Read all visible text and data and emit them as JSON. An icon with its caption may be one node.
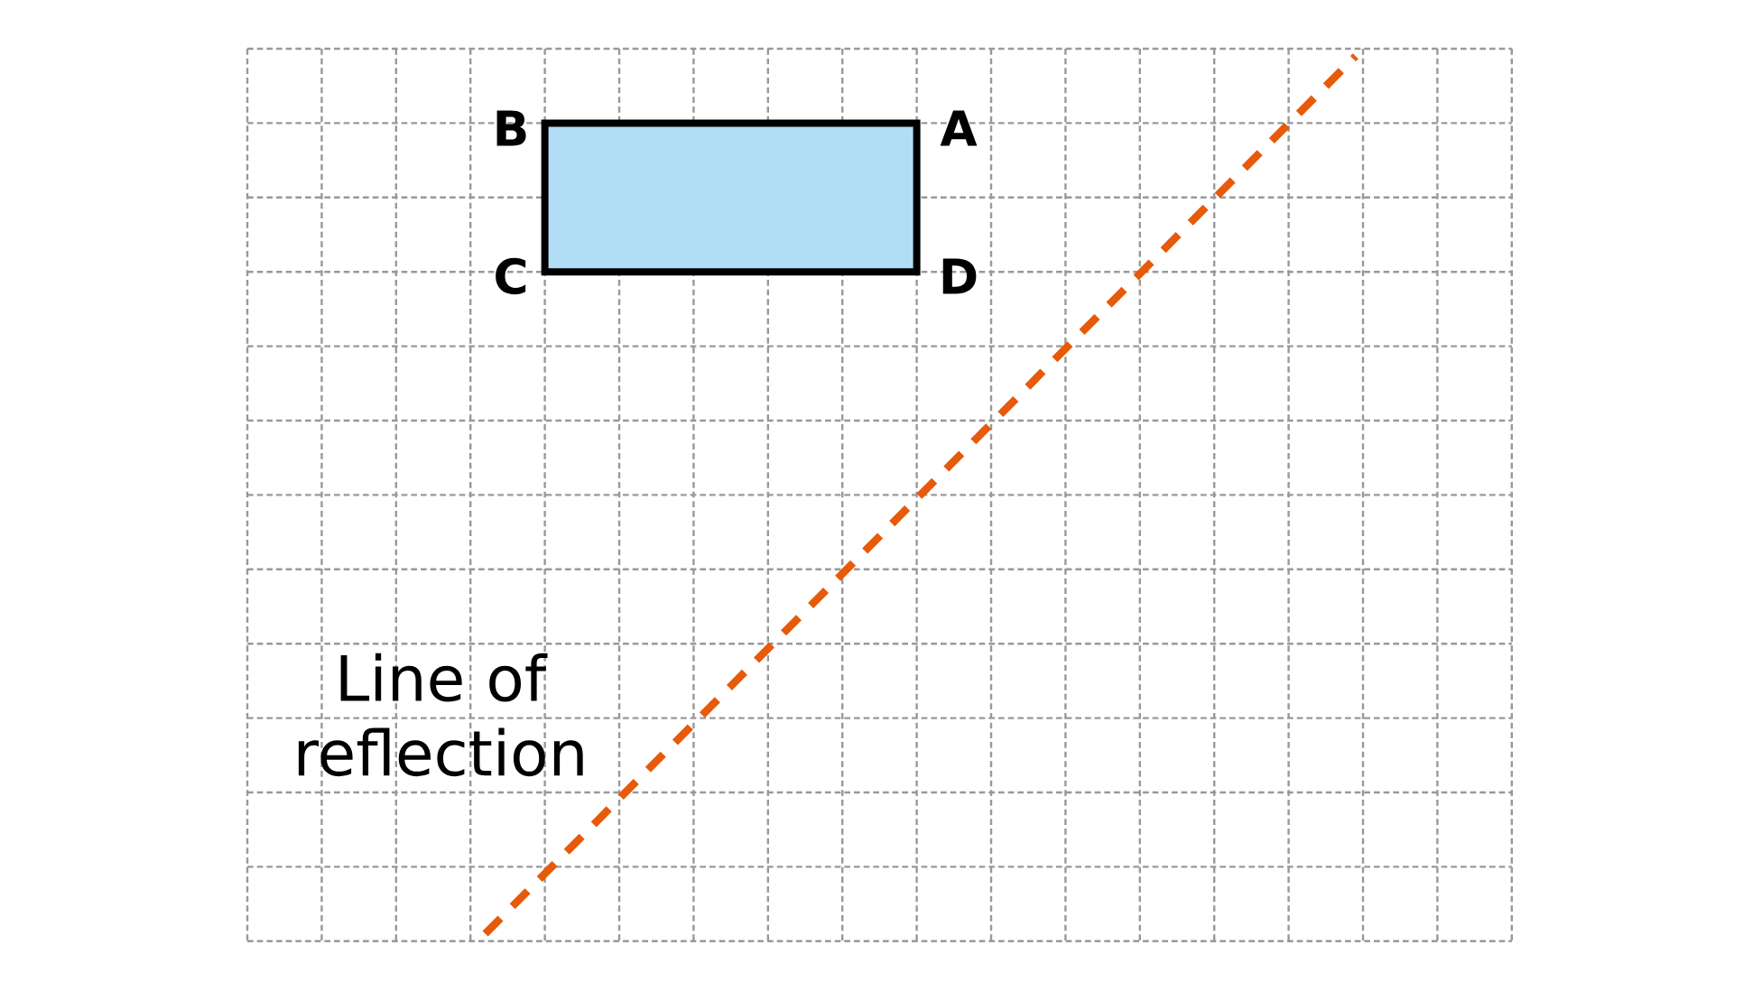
{
  "diagram": {
    "nodes": [
      {
        "text": [],
        "shape": "box"
      }
    ],
    "labels": [
      "B",
      "A",
      "C",
      "D",
      "Line of reflection"
    ]
  }
}
